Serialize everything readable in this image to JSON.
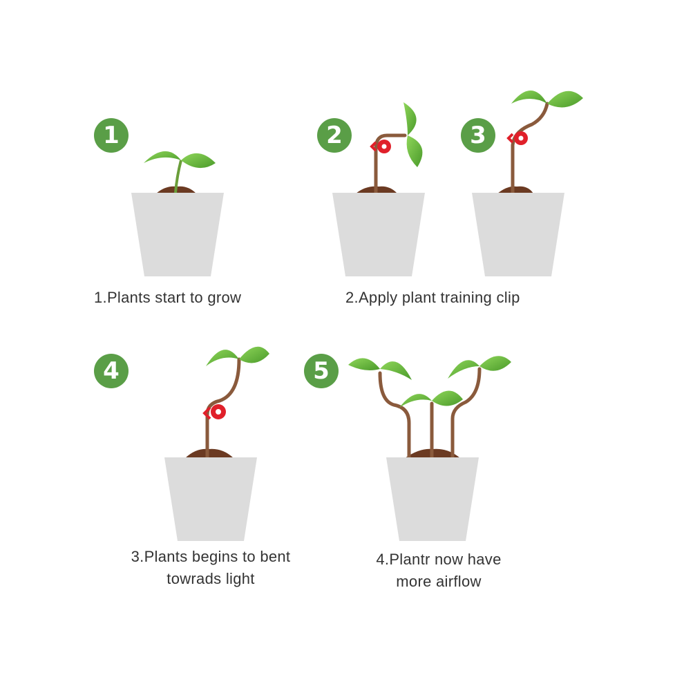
{
  "badges": [
    "1",
    "2",
    "3",
    "4",
    "5"
  ],
  "captions": {
    "step1": "1.Plants start to grow",
    "step2": "2.Apply plant training clip",
    "step3_line1": "3.Plants begins to bent",
    "step3_line2": "towrads light",
    "step4_line1": "4.Plantr now have",
    "step4_line2": "more airflow"
  },
  "colors": {
    "badge": "#5a9e47",
    "leaf": "#6cc23a",
    "leaf_dark": "#4a9a2a",
    "pot": "#dcdcdc",
    "stem": "#8a5a3c",
    "soil": "#6b3a22",
    "clip": "#e0202a"
  }
}
